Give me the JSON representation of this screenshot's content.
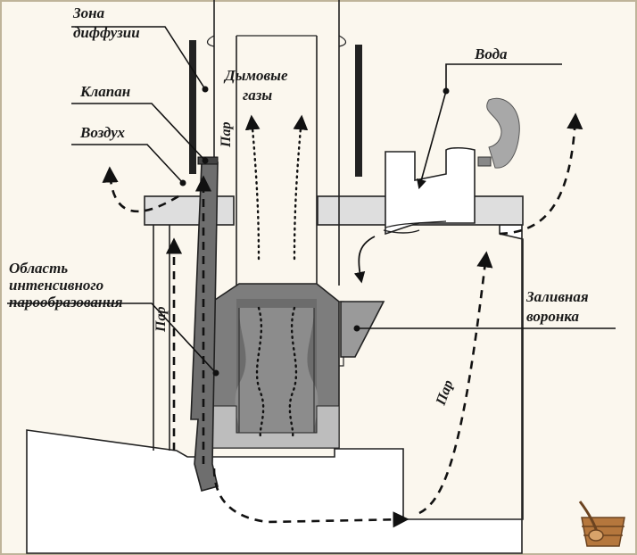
{
  "labels": {
    "diffusion_zone_line1": "Зона",
    "diffusion_zone_line2": "диффузии",
    "valve": "Клапан",
    "air": "Воздух",
    "flue_gases_line1": "Дымовые",
    "flue_gases_line2": "газы",
    "water": "Вода",
    "evaporation_line1": "Область",
    "evaporation_line2": "интенсивного",
    "evaporation_line3": "парообразования",
    "funnel_line1": "Заливная",
    "funnel_line2": "воронка",
    "steam_top": "Пар",
    "steam_left": "Пар",
    "steam_right": "Пар"
  },
  "colors": {
    "background": "#fbf7ee",
    "metal_dark": "#7d7d7d",
    "metal_light": "#dcdcdc",
    "pipe_dark": "#6e6e6e",
    "ink": "#111111"
  },
  "icons": {
    "corner_logo": "bucket-ladle-icon"
  }
}
